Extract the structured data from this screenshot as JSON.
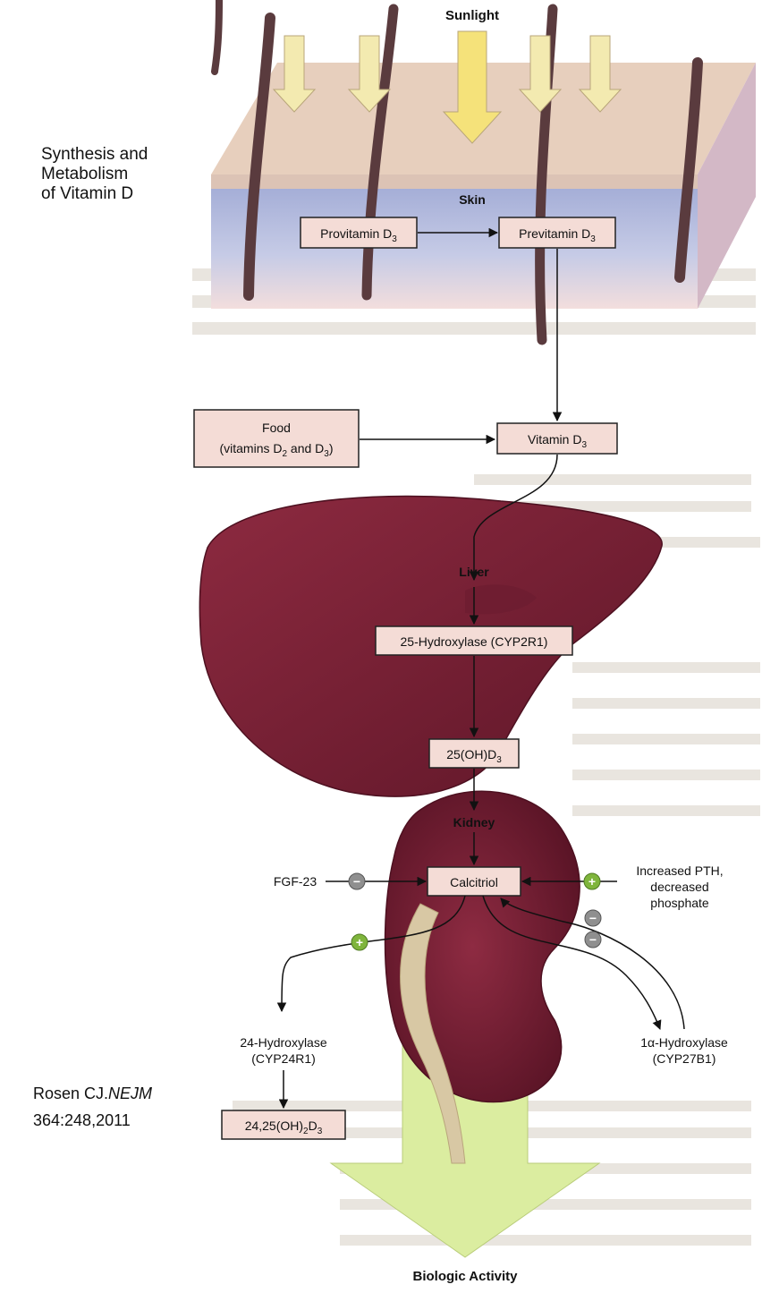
{
  "side_title": [
    "Synthesis and",
    "Metabolism",
    "of Vitamin D"
  ],
  "citation": {
    "author": "Rosen CJ.",
    "journal": "NEJM",
    "ref": "364:248,2011"
  },
  "labels": {
    "sunlight": "Sunlight",
    "skin": "Skin",
    "provitamin": "Provitamin D",
    "previtamin": "Previtamin D",
    "d3_sub": "3",
    "food_line1": "Food",
    "food_line2_a": "(vitamins D",
    "food_line2_b": " and D",
    "food_line2_c": ")",
    "sub2": "2",
    "vitamin_d3": "Vitamin D",
    "liver": "Liver",
    "hydroxylase25": "25-Hydroxylase (CYP2R1)",
    "ohd3_a": "25(OH)D",
    "kidney": "Kidney",
    "calcitriol": "Calcitriol",
    "fgf23": "FGF-23",
    "pth_line1": "Increased PTH,",
    "pth_line2": "decreased",
    "pth_line3": "phosphate",
    "h24_line1": "24-Hydroxylase",
    "h24_line2": "(CYP24R1)",
    "h1a_line1": "1α-Hydroxylase",
    "h1a_line2": "(CYP27B1)",
    "prod24_a": "24,25(OH)",
    "prod24_b": "D",
    "biologic": "Biologic Activity",
    "plus": "+",
    "minus": "−"
  },
  "colors": {
    "organ": "#7e2336",
    "organ_dark": "#5c1526",
    "box": "#f3d9d3",
    "skin_top": "#e9d2bf",
    "dermis": "#aab3d6",
    "hair": "#5a3b3e",
    "plus_green": "#7fb53c",
    "minus_gray": "#8f8f8f",
    "big_arrow": "#d9ec9c",
    "sun_arrow": "#f4eca3",
    "page_text": "#e6e2dc"
  }
}
